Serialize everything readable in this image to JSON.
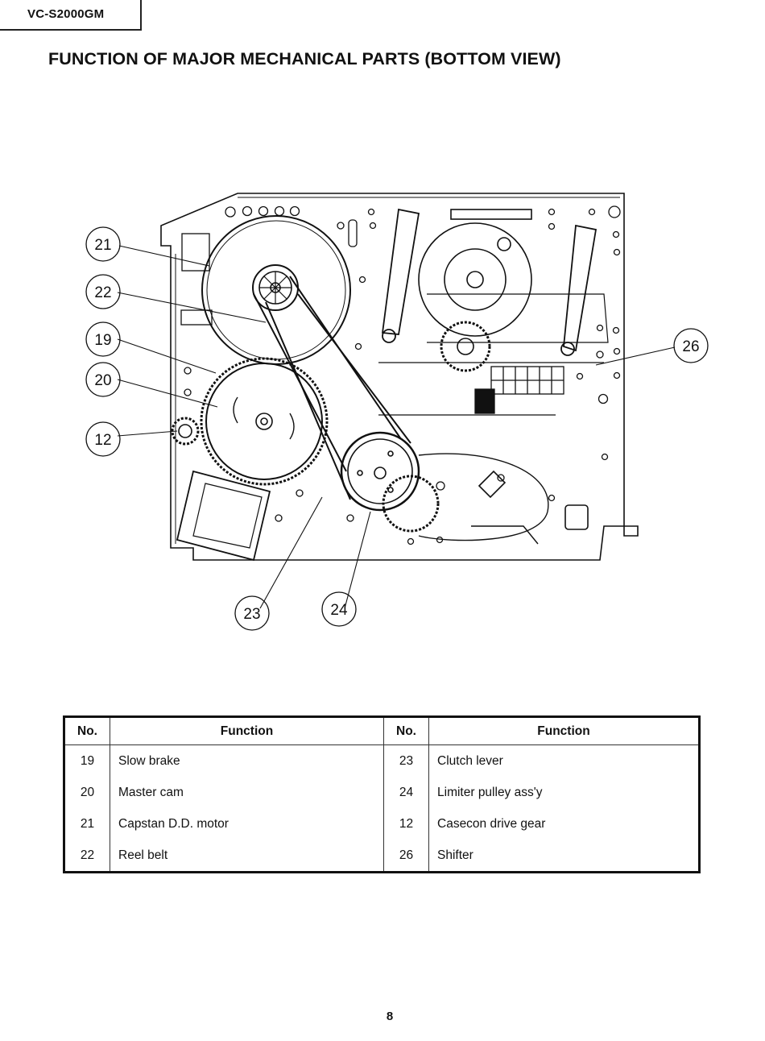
{
  "header": {
    "model": "VC-S2000GM",
    "title": "FUNCTION OF MAJOR MECHANICAL PARTS (BOTTOM VIEW)"
  },
  "diagram": {
    "callouts": [
      "21",
      "22",
      "19",
      "20",
      "12",
      "26",
      "23",
      "24"
    ]
  },
  "table": {
    "headers": [
      "No.",
      "Function",
      "No.",
      "Function"
    ],
    "rows": [
      {
        "no_left": "19",
        "fn_left": "Slow brake",
        "no_right": "23",
        "fn_right": "Clutch lever"
      },
      {
        "no_left": "20",
        "fn_left": "Master cam",
        "no_right": "24",
        "fn_right": "Limiter pulley ass'y"
      },
      {
        "no_left": "21",
        "fn_left": "Capstan D.D. motor",
        "no_right": "12",
        "fn_right": "Casecon drive gear"
      },
      {
        "no_left": "22",
        "fn_left": "Reel belt",
        "no_right": "26",
        "fn_right": "Shifter"
      }
    ]
  },
  "footer": {
    "page_number": "8"
  }
}
